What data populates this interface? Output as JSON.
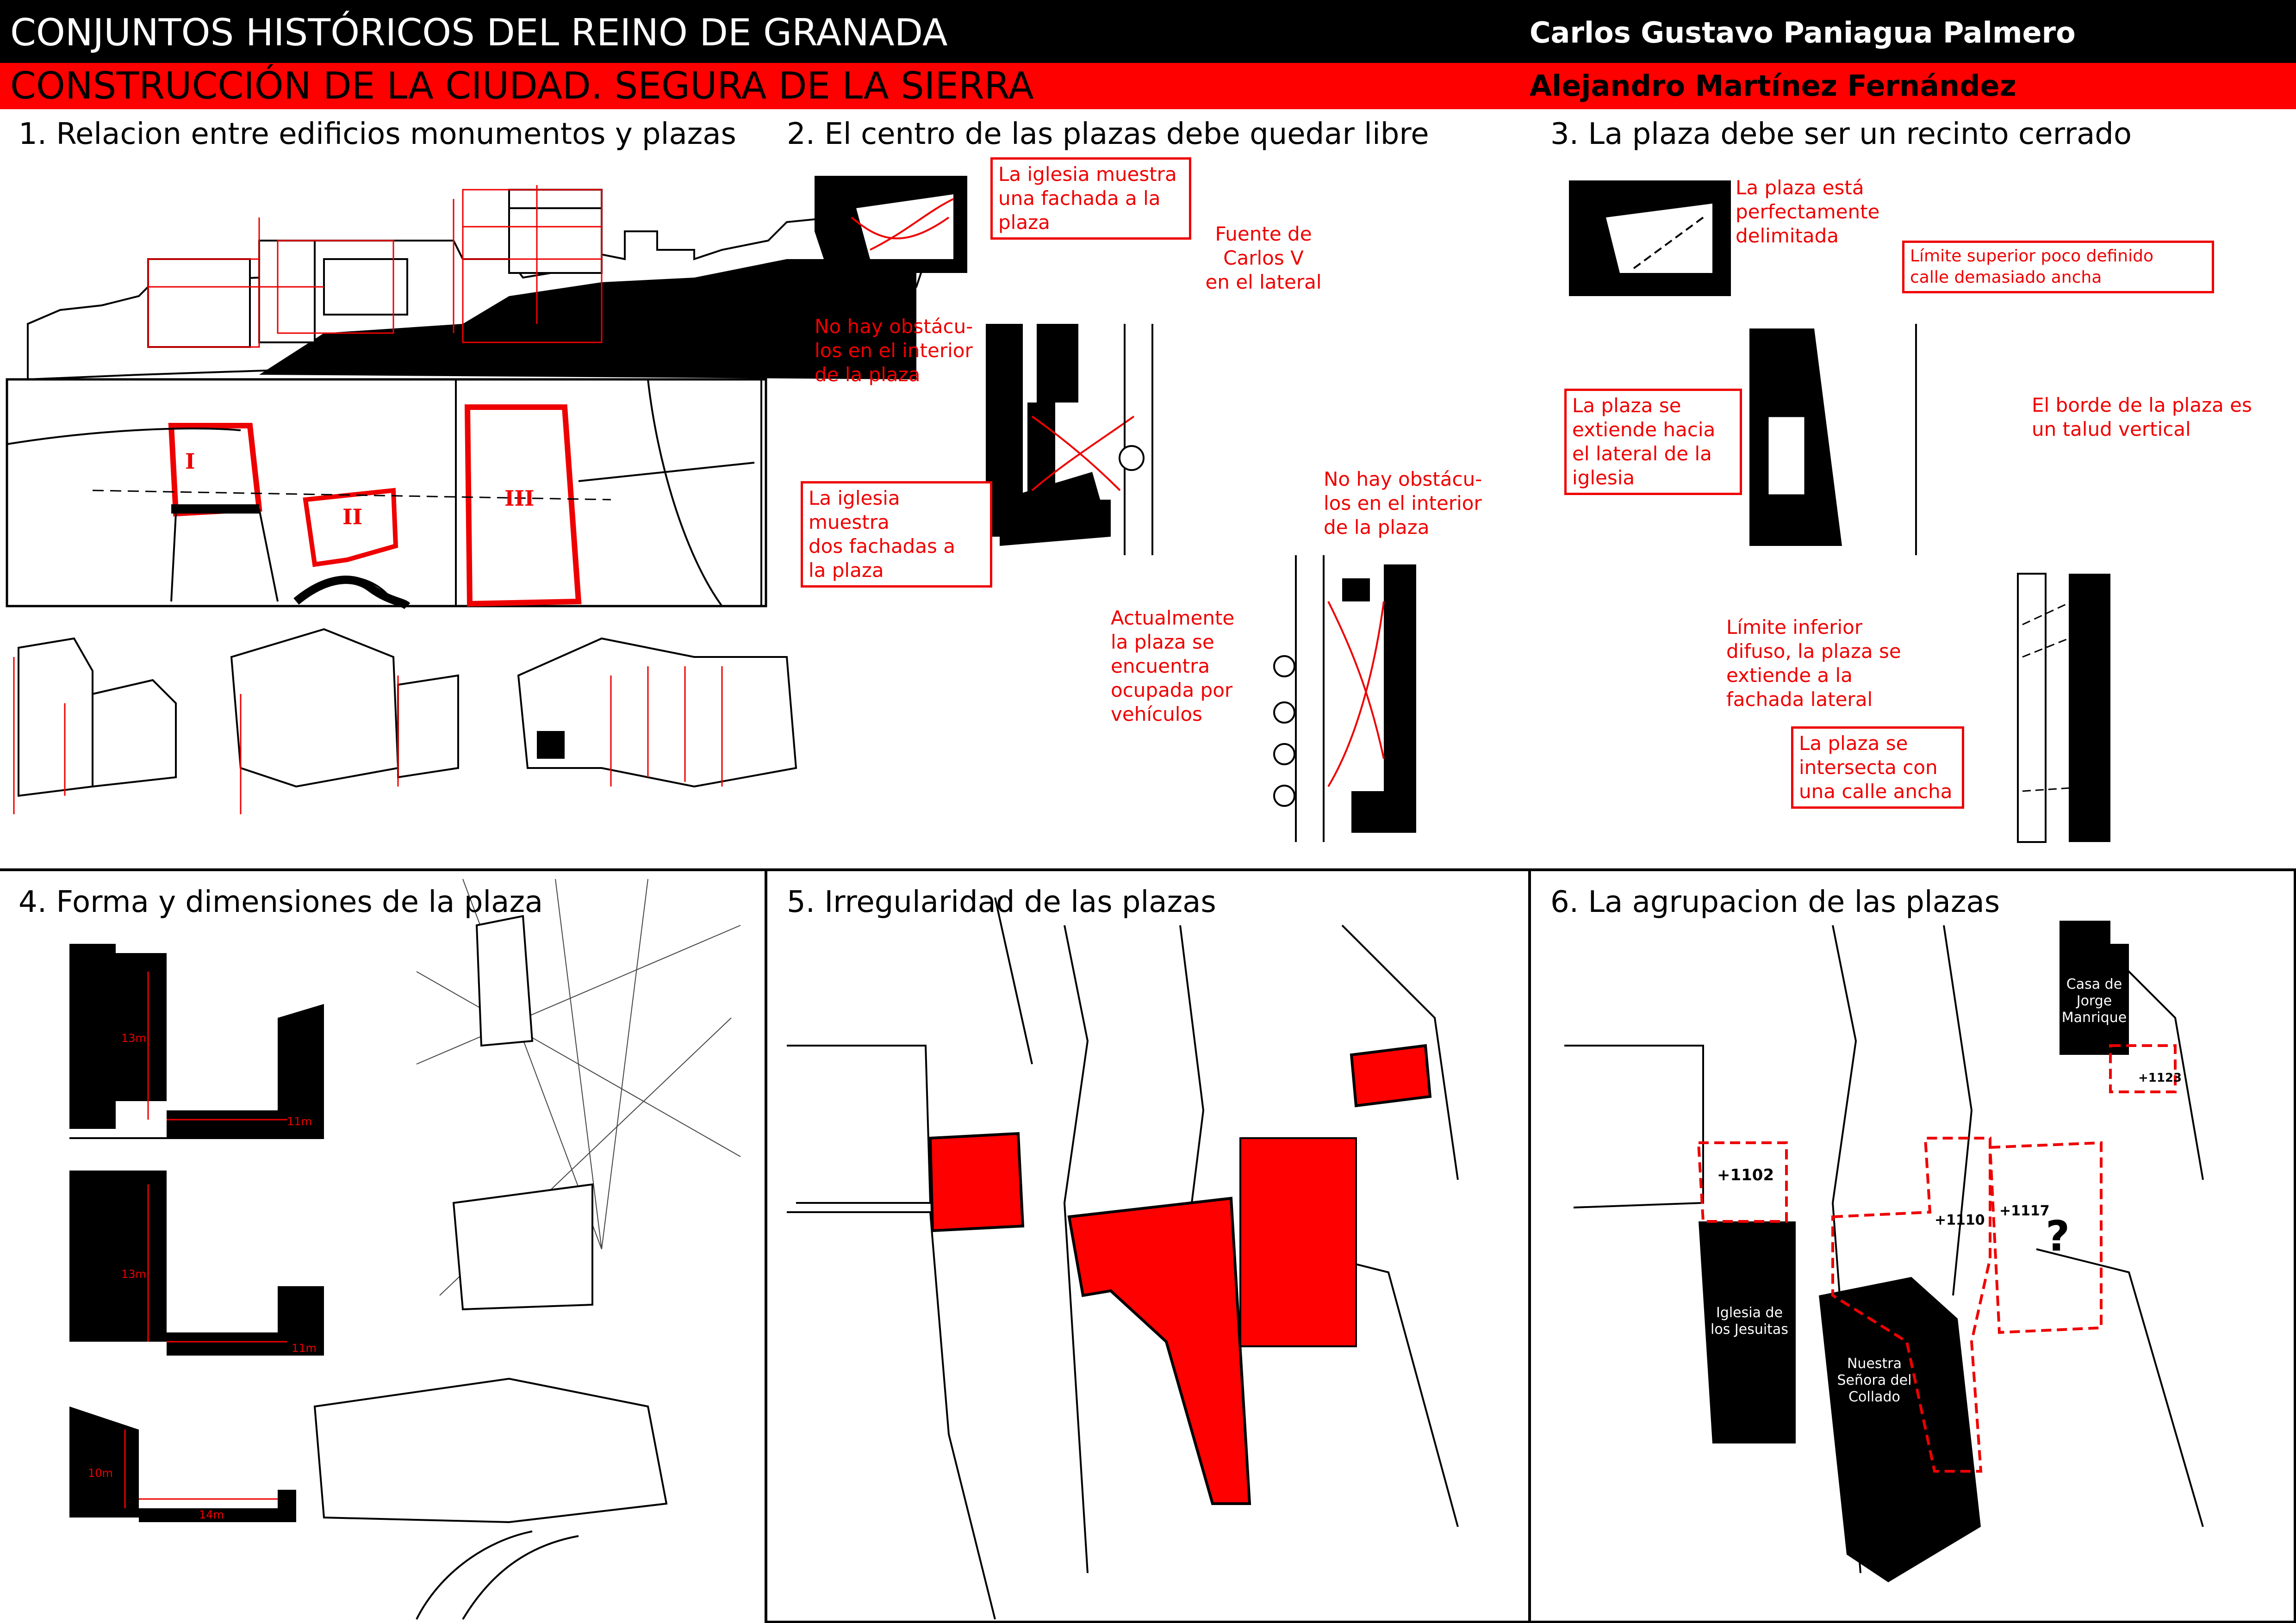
{
  "header": {
    "title": "CONJUNTOS HISTÓRICOS DEL REINO DE GRANADA",
    "subtitle": "CONSTRUCCIÓN DE LA CIUDAD. SEGURA DE LA SIERRA",
    "author_1": "Carlos Gustavo Paniagua Palmero",
    "author_2": "Alejandro Martínez Fernández"
  },
  "colors": {
    "accent": "#ff0000",
    "ink": "#000000",
    "paper": "#ffffff"
  },
  "sections": {
    "s1": {
      "title": "1. Relacion entre edificios monumentos y plazas",
      "numerals": [
        "I",
        "II",
        "III"
      ]
    },
    "s2": {
      "title": "2. El centro de las plazas debe quedar libre",
      "notes": {
        "iglesia_una": "La iglesia muestra\nuna fachada a la\nplaza",
        "fuente": "Fuente de\nCarlos V\nen el lateral",
        "no_obst_1": "No hay obstácu-\nlos en el interior\nde la plaza",
        "iglesia_dos": "La iglesia muestra\ndos fachadas a\nla plaza",
        "no_obst_2": "No hay obstácu-\nlos en el interior\nde la plaza",
        "actualmente": "Actualmente\nla plaza se\nencuentra\nocupada por\nvehículos"
      }
    },
    "s3": {
      "title": "3. La plaza debe ser un recinto cerrado",
      "notes": {
        "delimitada": "La plaza está\nperfectamente\ndelimitada",
        "limite_sup": "Límite superior poco definido\ncalle demasiado ancha",
        "extiende": "La plaza se\nextiende hacia\nel lateral de la\niglesia",
        "borde": "El borde de la plaza es\nun talud vertical",
        "limite_inf": "Límite inferior\ndifuso, la plaza se\nextiende a la\nfachada lateral",
        "intersecta": "La plaza se\nintersecta con\nuna calle ancha"
      }
    },
    "s4": {
      "title": "4. Forma y dimensiones de la plaza",
      "dims": [
        "13m",
        "11m",
        "13m",
        "11m",
        "10m",
        "14m"
      ]
    },
    "s5": {
      "title": "5. Irregularidad de las plazas"
    },
    "s6": {
      "title": "6. La agrupacion de las plazas",
      "labels": {
        "casa": "Casa de\nJorge\nManrique",
        "jesuitas": "Iglesia de\nlos Jesuitas",
        "collado": "Nuestra\nSeñora del\nCollado",
        "e1102": "+1102",
        "e1110": "+1110",
        "e1117": "+1117",
        "e1123": "+1123",
        "question": "?"
      }
    }
  }
}
